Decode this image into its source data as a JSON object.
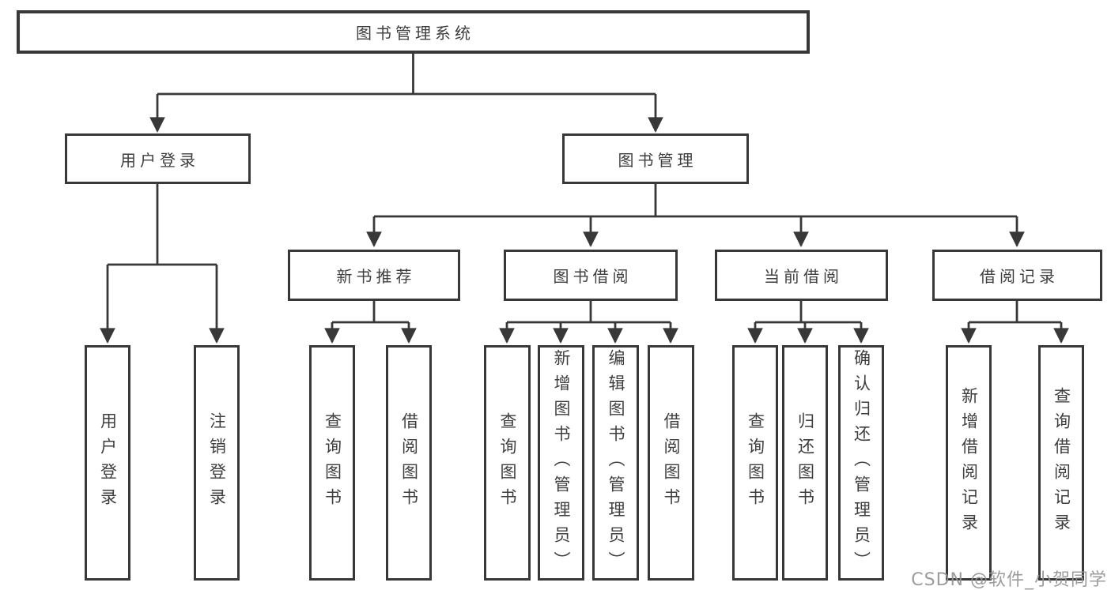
{
  "diagram": {
    "type": "hierarchy-structure-chart",
    "colors": {
      "line": "#383838",
      "text": "#3e3e3e",
      "box_fill": "#ffffff",
      "watermark": "#949494"
    },
    "tree": {
      "root": {
        "label": "图书管理系统"
      },
      "branches": [
        {
          "label": "用户登录",
          "children": [
            {
              "label": "用户登录"
            },
            {
              "label": "注销登录"
            }
          ]
        },
        {
          "label": "图书管理",
          "modules": [
            {
              "label": "新书推荐",
              "children": [
                {
                  "label": "查询图书"
                },
                {
                  "label": "借阅图书"
                }
              ]
            },
            {
              "label": "图书借阅",
              "children": [
                {
                  "label": "查询图书"
                },
                {
                  "label": "新增图书（管理员）"
                },
                {
                  "label": "编辑图书（管理员）"
                },
                {
                  "label": "借阅图书"
                }
              ]
            },
            {
              "label": "当前借阅",
              "children": [
                {
                  "label": "查询图书"
                },
                {
                  "label": "归还图书"
                },
                {
                  "label": "确认归还（管理员）"
                }
              ]
            },
            {
              "label": "借阅记录",
              "children": [
                {
                  "label": "新增借阅记录"
                },
                {
                  "label": "查询借阅记录"
                }
              ]
            }
          ]
        }
      ]
    },
    "watermark": {
      "text": "CSDN @软件_小贺同学"
    }
  }
}
